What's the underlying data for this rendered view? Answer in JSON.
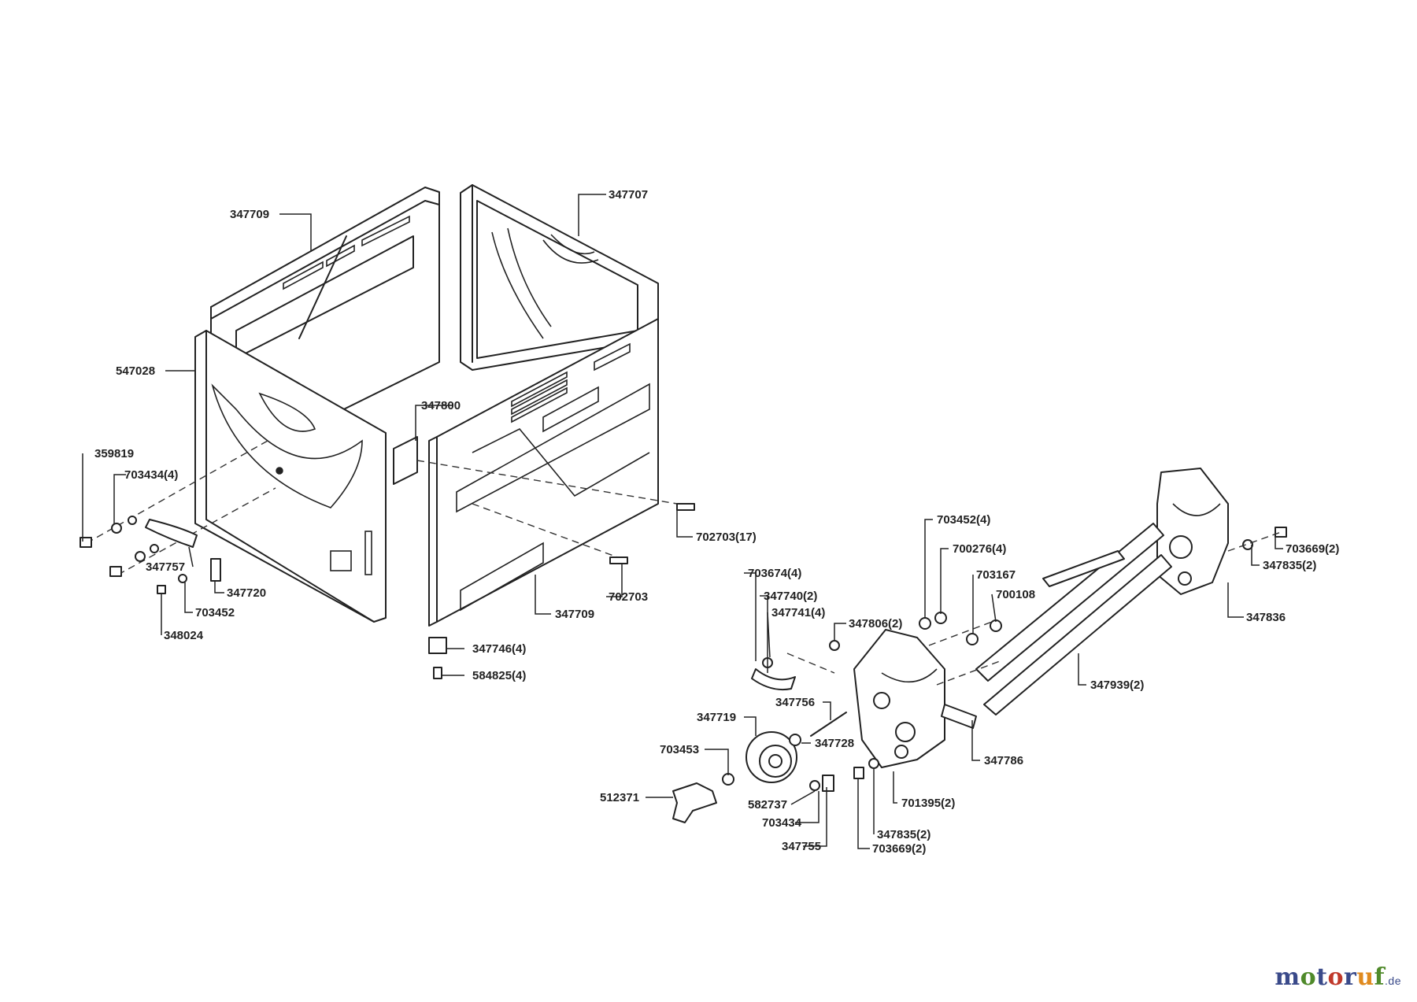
{
  "labels": {
    "l01": "347709",
    "l02": "347707",
    "l03": "547028",
    "l04": "347800",
    "l05": "359819",
    "l06": "703434(4)",
    "l07": "347757",
    "l08": "347720",
    "l09": "703452",
    "l10": "348024",
    "l11": "702703(17)",
    "l12": "702703",
    "l13": "347709",
    "l14": "347746(4)",
    "l15": "584825(4)",
    "l16": "703452(4)",
    "l17": "700276(4)",
    "l18": "703167",
    "l19": "700108",
    "l20": "703674(4)",
    "l21": "347740(2)",
    "l22": "347741(4)",
    "l23": "347806(2)",
    "l24": "703669(2)",
    "l25": "347835(2)",
    "l26": "347836",
    "l27": "347939(2)",
    "l28": "347756",
    "l29": "347719",
    "l30": "347728",
    "l31": "703453",
    "l32": "347786",
    "l33": "512371",
    "l34": "582737",
    "l35": "701395(2)",
    "l36": "703434",
    "l37": "347835(2)",
    "l38": "347755",
    "l39": "703669(2)"
  },
  "watermark": {
    "letters": [
      "m",
      "o",
      "t",
      "o",
      "r",
      "u",
      "f"
    ],
    "letter_colors": [
      "#3a4a8a",
      "#4f8a2a",
      "#3a4a8a",
      "#c0392b",
      "#3a4a8a",
      "#e08a1e",
      "#4f8a2a"
    ],
    "tld": ".de"
  }
}
